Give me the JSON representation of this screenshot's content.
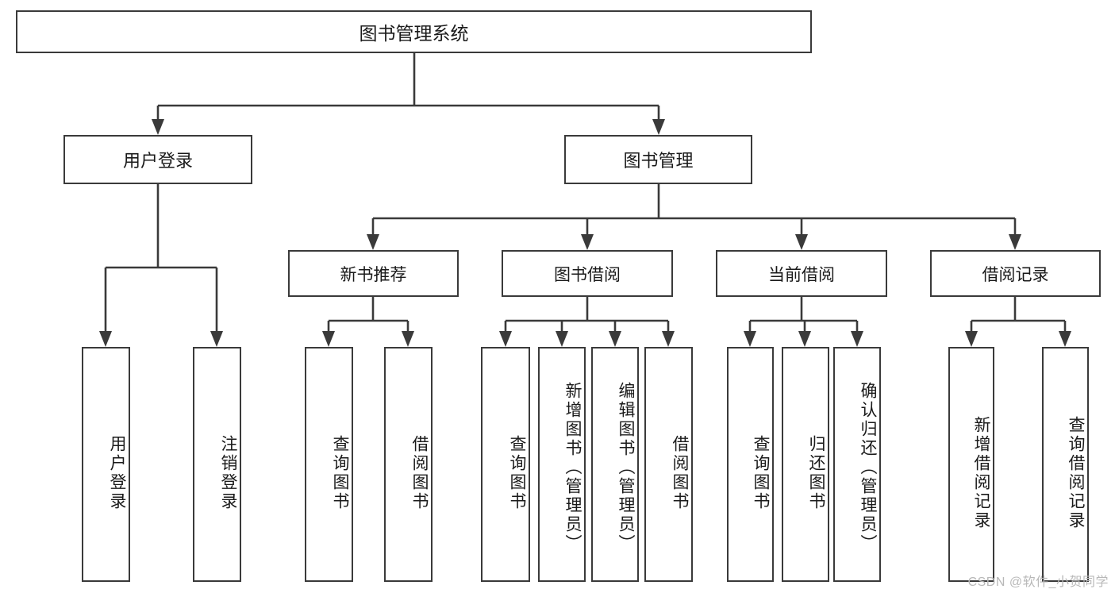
{
  "diagram": {
    "title_text": "图书管理系统",
    "watermark": "CSDN @软件_小贺同学",
    "line_color": "#3a3a3a",
    "box_fill": "#ffffff",
    "text_color": "#1a1a1a",
    "root": {
      "label": "图书管理系统"
    },
    "level1": [
      {
        "label": "用户登录"
      },
      {
        "label": "图书管理"
      }
    ],
    "level2": [
      {
        "label": "新书推荐"
      },
      {
        "label": "图书借阅"
      },
      {
        "label": "当前借阅"
      },
      {
        "label": "借阅记录"
      }
    ],
    "leaves": [
      {
        "label": "用户登录"
      },
      {
        "label": "注销登录"
      },
      {
        "label": "查询图书"
      },
      {
        "label": "借阅图书"
      },
      {
        "label": "查询图书"
      },
      {
        "label": "新增图书（管理员）"
      },
      {
        "label": "编辑图书（管理员）"
      },
      {
        "label": "借阅图书"
      },
      {
        "label": "查询图书"
      },
      {
        "label": "归还图书"
      },
      {
        "label": "确认归还（管理员）"
      },
      {
        "label": "新增借阅记录"
      },
      {
        "label": "查询借阅记录"
      }
    ]
  }
}
